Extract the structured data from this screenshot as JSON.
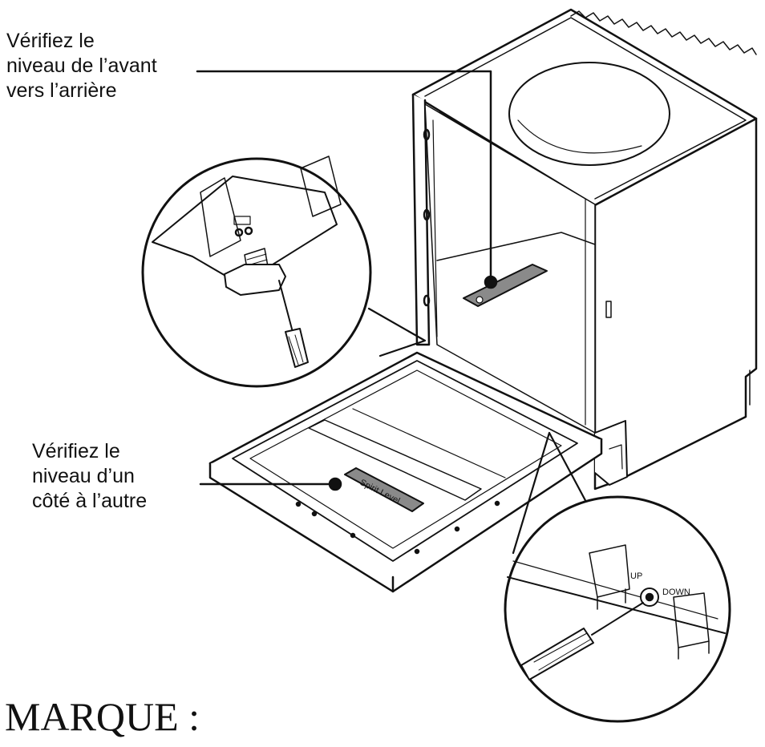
{
  "callouts": {
    "front_to_back": {
      "lines": [
        "Vérifiez le",
        "niveau de l’avant",
        "vers l’arrière"
      ]
    },
    "side_to_side": {
      "lines": [
        "Vérifiez le",
        "niveau d’un",
        "côté à l’autre"
      ]
    }
  },
  "spirit_level_text": "Spirit Level",
  "adjuster_labels": {
    "up": "UP",
    "down": "DOWN"
  },
  "footer": {
    "note": "MARQUE :"
  },
  "colors": {
    "line": "#111111",
    "level_fill": "#8a8a8a",
    "background": "#ffffff"
  }
}
